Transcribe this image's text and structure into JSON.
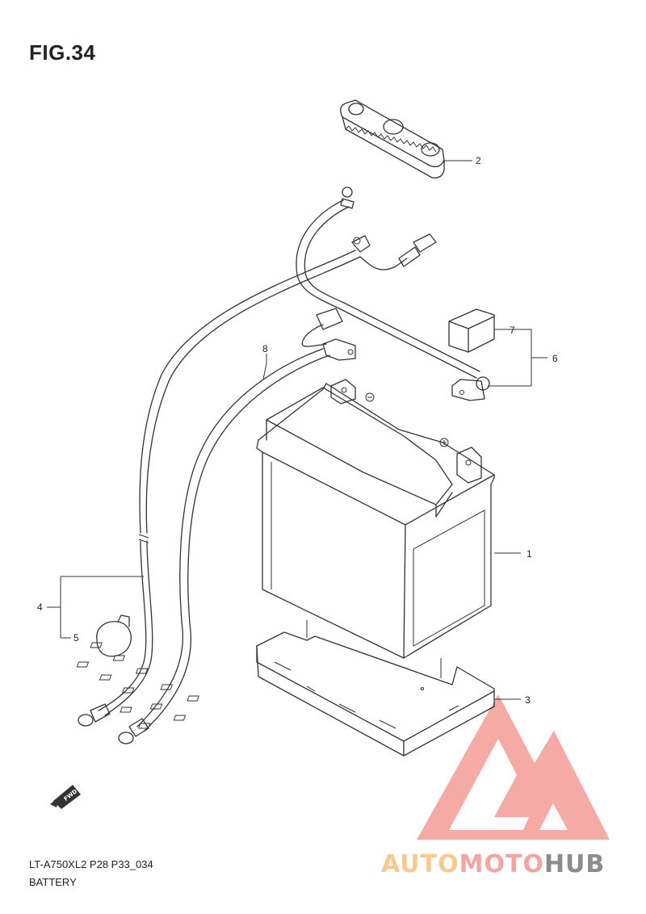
{
  "figure": {
    "title": "FIG.34",
    "model_code": "LT-A750XL2 P28 P33_034",
    "name": "BATTERY"
  },
  "callouts": [
    "1",
    "2",
    "3",
    "4",
    "5",
    "6",
    "7",
    "8"
  ],
  "fwd_label": "FWD",
  "watermark": {
    "text_part1": "AUTO",
    "text_part2": "MOTO",
    "text_part3": "HUB",
    "colors": {
      "part1": "#f6c98e",
      "part2": "#f4a5a0",
      "part3": "#8c8c8c",
      "logo": "#f4a5a0"
    }
  }
}
